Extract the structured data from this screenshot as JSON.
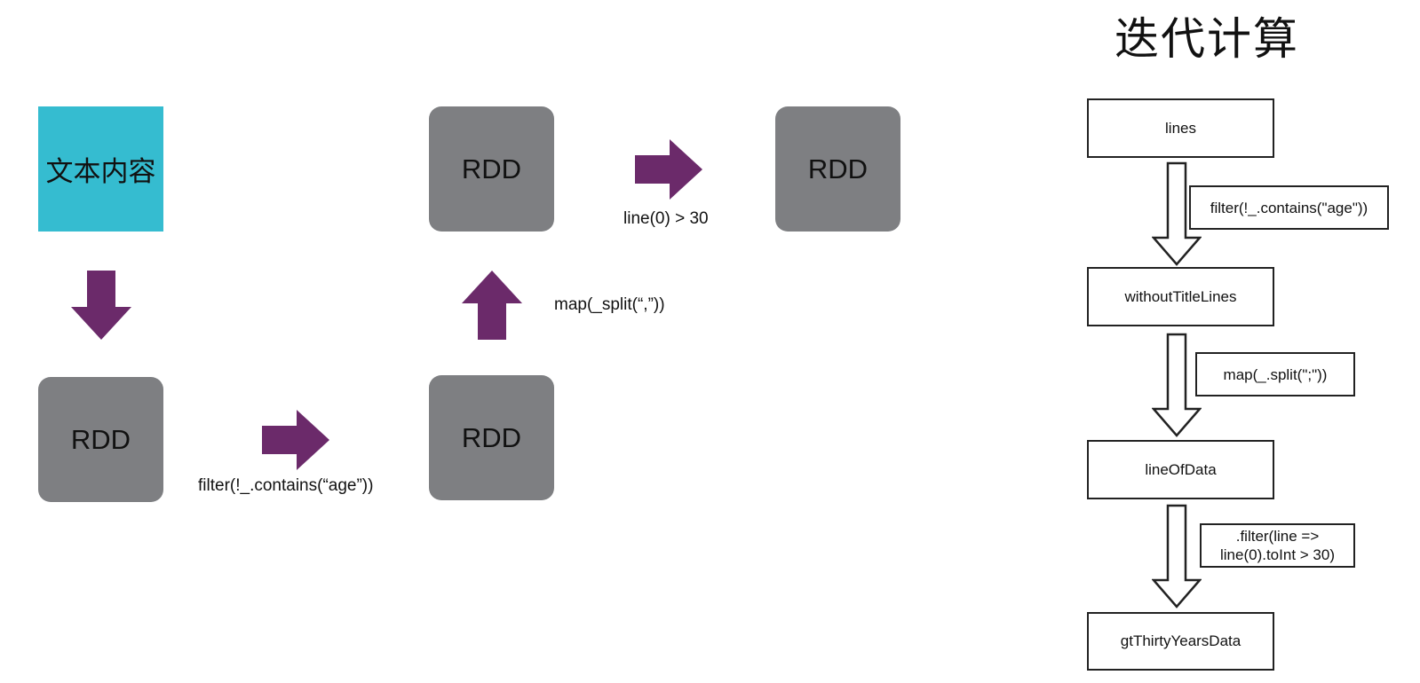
{
  "left_flow": {
    "text_node": "文本内容",
    "rdd_nodes": [
      "RDD",
      "RDD",
      "RDD",
      "RDD"
    ],
    "ops": {
      "filter": "filter(!_.contains(“age”))",
      "map": "map(_split(“,”))",
      "line": "line(0) > 30"
    }
  },
  "right_flow": {
    "title": "迭代计算",
    "boxes": [
      "lines",
      "withoutTitleLines",
      "lineOfData",
      "gtThirtyYearsData"
    ],
    "labels": [
      "filter(!_.contains(\"age\"))",
      "map(_.split(\";\"))",
      ".filter(line =>\nline(0).toInt > 30)"
    ]
  },
  "colors": {
    "text_box": "#35BCD0",
    "rdd_box": "#7E7F82",
    "arrow": "#6B2A6A"
  }
}
